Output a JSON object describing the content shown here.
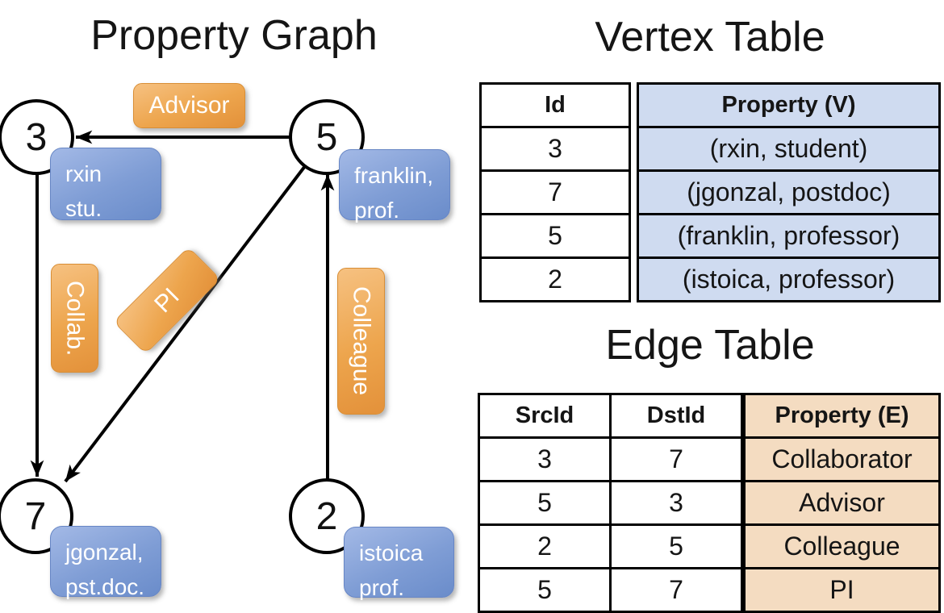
{
  "graph": {
    "title": "Property Graph",
    "nodes": [
      {
        "id": "3",
        "property_lines": [
          "rxin",
          "stu."
        ]
      },
      {
        "id": "5",
        "property_lines": [
          "franklin,",
          "prof."
        ]
      },
      {
        "id": "7",
        "property_lines": [
          "jgonzal,",
          "pst.doc."
        ]
      },
      {
        "id": "2",
        "property_lines": [
          "istoica",
          "prof."
        ]
      }
    ],
    "edges": [
      {
        "src": "5",
        "dst": "3",
        "label": "Advisor"
      },
      {
        "src": "3",
        "dst": "7",
        "label": "Collab."
      },
      {
        "src": "5",
        "dst": "7",
        "label": "PI"
      },
      {
        "src": "2",
        "dst": "5",
        "label": "Colleague"
      }
    ]
  },
  "vertex_table": {
    "title": "Vertex Table",
    "columns": [
      "Id",
      "Property (V)"
    ],
    "rows": [
      [
        "3",
        "(rxin, student)"
      ],
      [
        "7",
        "(jgonzal, postdoc)"
      ],
      [
        "5",
        "(franklin, professor)"
      ],
      [
        "2",
        "(istoica, professor)"
      ]
    ]
  },
  "edge_table": {
    "title": "Edge Table",
    "columns": [
      "SrcId",
      "DstId",
      "Property (E)"
    ],
    "rows": [
      [
        "3",
        "7",
        "Collaborator"
      ],
      [
        "5",
        "3",
        "Advisor"
      ],
      [
        "2",
        "5",
        "Colleague"
      ],
      [
        "5",
        "7",
        "PI"
      ]
    ]
  },
  "colors": {
    "edge_label_orange": "#EDA54D",
    "vertex_property_blue": "#7F9DD5",
    "vertex_table_fill": "#CFDBF0",
    "edge_table_fill": "#F4DCC1"
  }
}
